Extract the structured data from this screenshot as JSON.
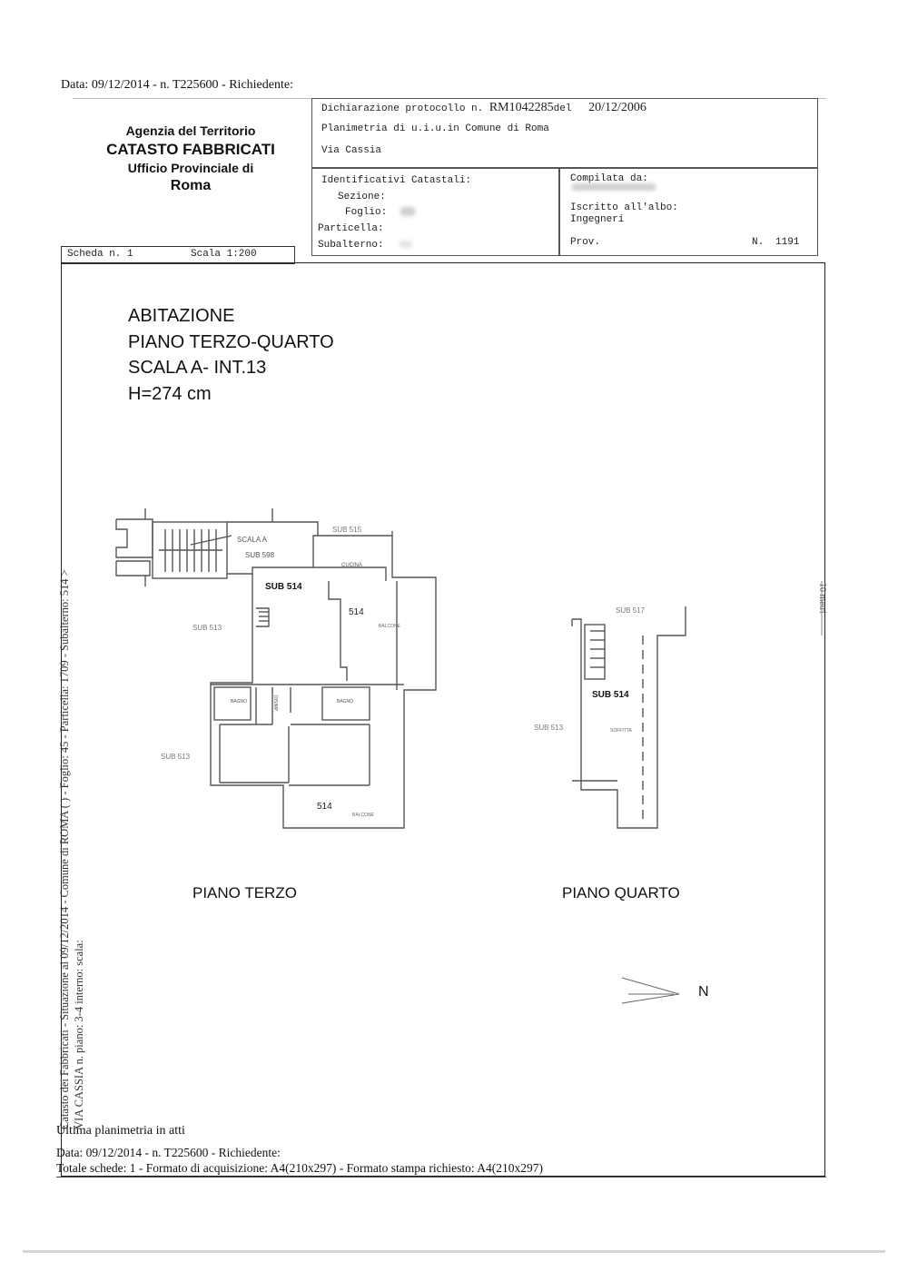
{
  "top_line": "Data: 09/12/2014 - n. T225600 - Richiedente:",
  "agency": {
    "line1": "Agenzia del Territorio",
    "line2": "CATASTO FABBRICATI",
    "line3": "Ufficio Provinciale di",
    "line4": "Roma"
  },
  "declaration": {
    "prot_label": "Dichiarazione protocollo n.",
    "prot_number": "RM1042285",
    "del_label": "del",
    "date": "20/12/2006",
    "planimetry": "Planimetria di u.i.u.in Comune di Roma",
    "address": "Via Cassia"
  },
  "identifiers": {
    "title": "Identificativi Catastali:",
    "sezione": "Sezione:",
    "foglio": "Foglio:",
    "particella": "Particella:",
    "subalterno": "Subalterno:"
  },
  "compilata": {
    "label": "Compilata da:",
    "iscritto": "Iscritto all'albo:",
    "albo": "Ingegneri",
    "prov": "Prov.",
    "n_label": "N.",
    "n_value": "1191"
  },
  "scheda": {
    "label": "Scheda n. 1",
    "scale": "Scala 1:200"
  },
  "heading": {
    "l1": "ABITAZIONE",
    "l2": "PIANO TERZO-QUARTO",
    "l3": "SCALA A- INT.13",
    "l4": "H=274 cm"
  },
  "plan3": {
    "scala": "SCALA A",
    "sub598": "SUB 598",
    "sub515": "SUB 515",
    "cucina": "CUCINA",
    "sub514": "SUB 514",
    "n514a": "514",
    "balcone1": "BALCONE",
    "sub513a": "SUB 513",
    "bagno1": "BAGNO",
    "disimp": "DISIMP.",
    "bagno2": "BAGNO",
    "sub513b": "SUB 513",
    "n514b": "514",
    "balcone2": "BALCONE",
    "label": "PIANO TERZO"
  },
  "plan4": {
    "sub517": "SUB 517",
    "sub514": "SUB 514",
    "soffitta": "SOFFITTA",
    "sub513": "SUB 513",
    "label": "PIANO QUARTO"
  },
  "north": "N",
  "scale_side": "10 metri",
  "vertical_text": {
    "line1": "Catasto dei Fabbricati - Situazione al 09/12/2014 - Comune di ROMA ( ) - Foglio: 45 - Particella: 1709 - Subalterno: 514 >",
    "line2": "VIA CASSIA n.   piano: 3-4 interno:   scala:"
  },
  "footer": {
    "ultima": "Ultima planimetria in atti",
    "data": "Data: 09/12/2014 - n. T225600 - Richiedente:",
    "totale": "Totale schede: 1 - Formato di acquisizione: A4(210x297)  - Formato stampa richiesto: A4(210x297)"
  }
}
